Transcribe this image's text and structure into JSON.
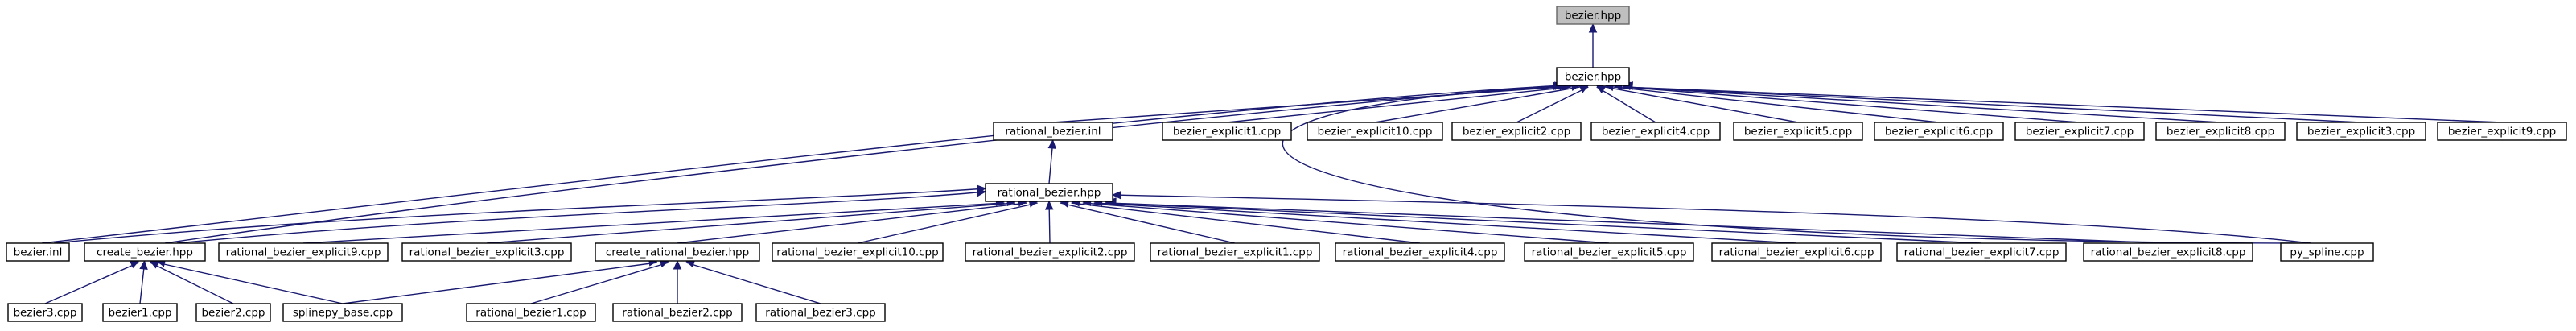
{
  "graph": {
    "colors": {
      "edge": "#191970",
      "root_fill": "#bfbfbf",
      "node_fill": "#ffffff",
      "border": "#000000"
    },
    "nodes": [
      {
        "id": "n0",
        "label": "bezier.hpp",
        "root": true
      },
      {
        "id": "n1",
        "label": "bezier.hpp"
      },
      {
        "id": "n2",
        "label": "rational_bezier.inl"
      },
      {
        "id": "n3",
        "label": "bezier_explicit1.cpp"
      },
      {
        "id": "n4",
        "label": "bezier_explicit10.cpp"
      },
      {
        "id": "n5",
        "label": "bezier_explicit2.cpp"
      },
      {
        "id": "n6",
        "label": "bezier_explicit4.cpp"
      },
      {
        "id": "n7",
        "label": "bezier_explicit5.cpp"
      },
      {
        "id": "n8",
        "label": "bezier_explicit6.cpp"
      },
      {
        "id": "n9",
        "label": "bezier_explicit7.cpp"
      },
      {
        "id": "n10",
        "label": "bezier_explicit8.cpp"
      },
      {
        "id": "n11",
        "label": "bezier_explicit3.cpp"
      },
      {
        "id": "n12",
        "label": "bezier_explicit9.cpp"
      },
      {
        "id": "n13",
        "label": "rational_bezier.hpp"
      },
      {
        "id": "n14",
        "label": "bezier.inl"
      },
      {
        "id": "n15",
        "label": "create_bezier.hpp"
      },
      {
        "id": "n16",
        "label": "rational_bezier_explicit9.cpp"
      },
      {
        "id": "n17",
        "label": "rational_bezier_explicit3.cpp"
      },
      {
        "id": "n18",
        "label": "create_rational_bezier.hpp"
      },
      {
        "id": "n19",
        "label": "rational_bezier_explicit10.cpp"
      },
      {
        "id": "n20",
        "label": "rational_bezier_explicit2.cpp"
      },
      {
        "id": "n21",
        "label": "rational_bezier_explicit1.cpp"
      },
      {
        "id": "n22",
        "label": "rational_bezier_explicit4.cpp"
      },
      {
        "id": "n23",
        "label": "rational_bezier_explicit5.cpp"
      },
      {
        "id": "n24",
        "label": "rational_bezier_explicit6.cpp"
      },
      {
        "id": "n25",
        "label": "rational_bezier_explicit7.cpp"
      },
      {
        "id": "n26",
        "label": "rational_bezier_explicit8.cpp"
      },
      {
        "id": "n27",
        "label": "py_spline.cpp"
      },
      {
        "id": "n28",
        "label": "bezier3.cpp"
      },
      {
        "id": "n29",
        "label": "bezier1.cpp"
      },
      {
        "id": "n30",
        "label": "bezier2.cpp"
      },
      {
        "id": "n31",
        "label": "splinepy_base.cpp"
      },
      {
        "id": "n32",
        "label": "rational_bezier1.cpp"
      },
      {
        "id": "n33",
        "label": "rational_bezier2.cpp"
      },
      {
        "id": "n34",
        "label": "rational_bezier3.cpp"
      }
    ],
    "edges": [
      {
        "from": "n1",
        "to": "n0"
      },
      {
        "from": "n2",
        "to": "n1"
      },
      {
        "from": "n3",
        "to": "n1"
      },
      {
        "from": "n4",
        "to": "n1"
      },
      {
        "from": "n5",
        "to": "n1"
      },
      {
        "from": "n6",
        "to": "n1"
      },
      {
        "from": "n7",
        "to": "n1"
      },
      {
        "from": "n8",
        "to": "n1"
      },
      {
        "from": "n9",
        "to": "n1"
      },
      {
        "from": "n10",
        "to": "n1"
      },
      {
        "from": "n11",
        "to": "n1"
      },
      {
        "from": "n12",
        "to": "n1"
      },
      {
        "from": "n14",
        "to": "n1"
      },
      {
        "from": "n15",
        "to": "n1"
      },
      {
        "from": "n27",
        "to": "n1"
      },
      {
        "from": "n13",
        "to": "n2"
      },
      {
        "from": "n14",
        "to": "n13"
      },
      {
        "from": "n15",
        "to": "n13"
      },
      {
        "from": "n16",
        "to": "n13"
      },
      {
        "from": "n17",
        "to": "n13"
      },
      {
        "from": "n18",
        "to": "n13"
      },
      {
        "from": "n19",
        "to": "n13"
      },
      {
        "from": "n20",
        "to": "n13"
      },
      {
        "from": "n21",
        "to": "n13"
      },
      {
        "from": "n22",
        "to": "n13"
      },
      {
        "from": "n23",
        "to": "n13"
      },
      {
        "from": "n24",
        "to": "n13"
      },
      {
        "from": "n25",
        "to": "n13"
      },
      {
        "from": "n26",
        "to": "n13"
      },
      {
        "from": "n27",
        "to": "n13"
      },
      {
        "from": "n28",
        "to": "n15"
      },
      {
        "from": "n29",
        "to": "n15"
      },
      {
        "from": "n30",
        "to": "n15"
      },
      {
        "from": "n31",
        "to": "n15"
      },
      {
        "from": "n31",
        "to": "n18"
      },
      {
        "from": "n32",
        "to": "n18"
      },
      {
        "from": "n33",
        "to": "n18"
      },
      {
        "from": "n34",
        "to": "n18"
      }
    ]
  }
}
